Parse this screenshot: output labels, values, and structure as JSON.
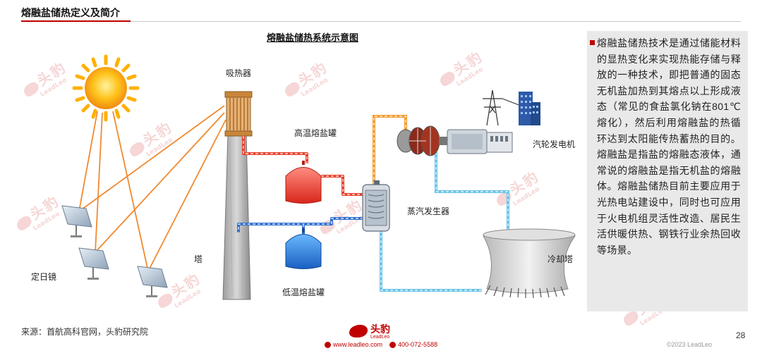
{
  "header": {
    "title": "熔融盐储热定义及简介"
  },
  "diagram": {
    "title": "熔融盐储热系统示意图",
    "labels": {
      "receiver": "吸热器",
      "hot_tank": "高温熔盐罐",
      "turbine_generator": "汽轮发电机",
      "steam_generator": "蒸汽发生器",
      "tower": "塔",
      "heliostat": "定日镜",
      "cooling_tower": "冷却塔",
      "cold_tank": "低温熔盐罐"
    },
    "colors": {
      "hot_line": "#e8402a",
      "cold_line": "#2f6fd0",
      "steam_line": "#f39a2b",
      "water_line": "#66c2e6",
      "ray": "#f08a30",
      "accent": "#c00000"
    }
  },
  "description": {
    "paragraphs": [
      "熔融盐储热技术是通过储能材料的显热变化来实现热能存储与释放的一种技术，即把普通的固态无机盐加热到其熔点以上形成液态（常见的食盐氯化钠在801℃熔化），然后利用熔融盐的热循环达到太阳能传热蓄热的目的。熔融盐是指盐的熔融态液体，通常说的熔融盐是指无机盐的熔融体。熔融盐储热目前主要应用于光热电站建设中，同时也可应用于火电机组灵活性改造、居民生活供暖供热、钢铁行业余热回收等场景。"
    ]
  },
  "footer": {
    "source": "来源：首航高科官网，头豹研究院",
    "logo_text": "头豹",
    "logo_sub": "LeadLeo",
    "website": "www.leadleo.com",
    "phone": "400-072-5588",
    "copyright": "©2023 LeadLeo",
    "page_number": "28"
  },
  "watermark": {
    "text": "头豹",
    "sub": "LeadLeo"
  }
}
